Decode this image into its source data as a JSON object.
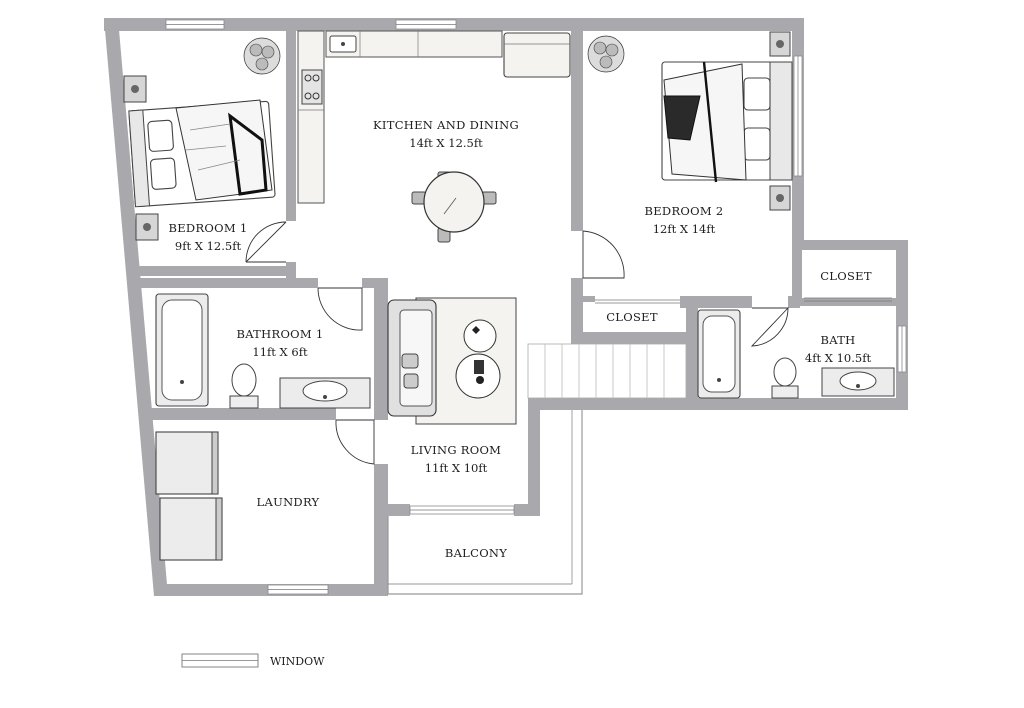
{
  "rooms": {
    "bedroom1": {
      "name": "BEDROOM 1",
      "size": "9ft X 12.5ft"
    },
    "kitchen": {
      "name": "KITCHEN AND DINING",
      "size": "14ft X 12.5ft"
    },
    "bedroom2": {
      "name": "BEDROOM 2",
      "size": "12ft X 14ft"
    },
    "closet1": {
      "name": "CLOSET"
    },
    "closet2": {
      "name": "CLOSET"
    },
    "bathroom1": {
      "name": "BATHROOM 1",
      "size": "11ft X 6ft"
    },
    "bath": {
      "name": "BATH",
      "size": "4ft X 10.5ft"
    },
    "living": {
      "name": "LIVING ROOM",
      "size": "11ft X 10ft"
    },
    "laundry": {
      "name": "LAUNDRY"
    },
    "balcony": {
      "name": "BALCONY"
    }
  },
  "legend": {
    "window_label": "WINDOW"
  },
  "colors": {
    "wall": "#a9a8ac",
    "fixture": "#f4f3ef",
    "background": "#ffffff"
  }
}
